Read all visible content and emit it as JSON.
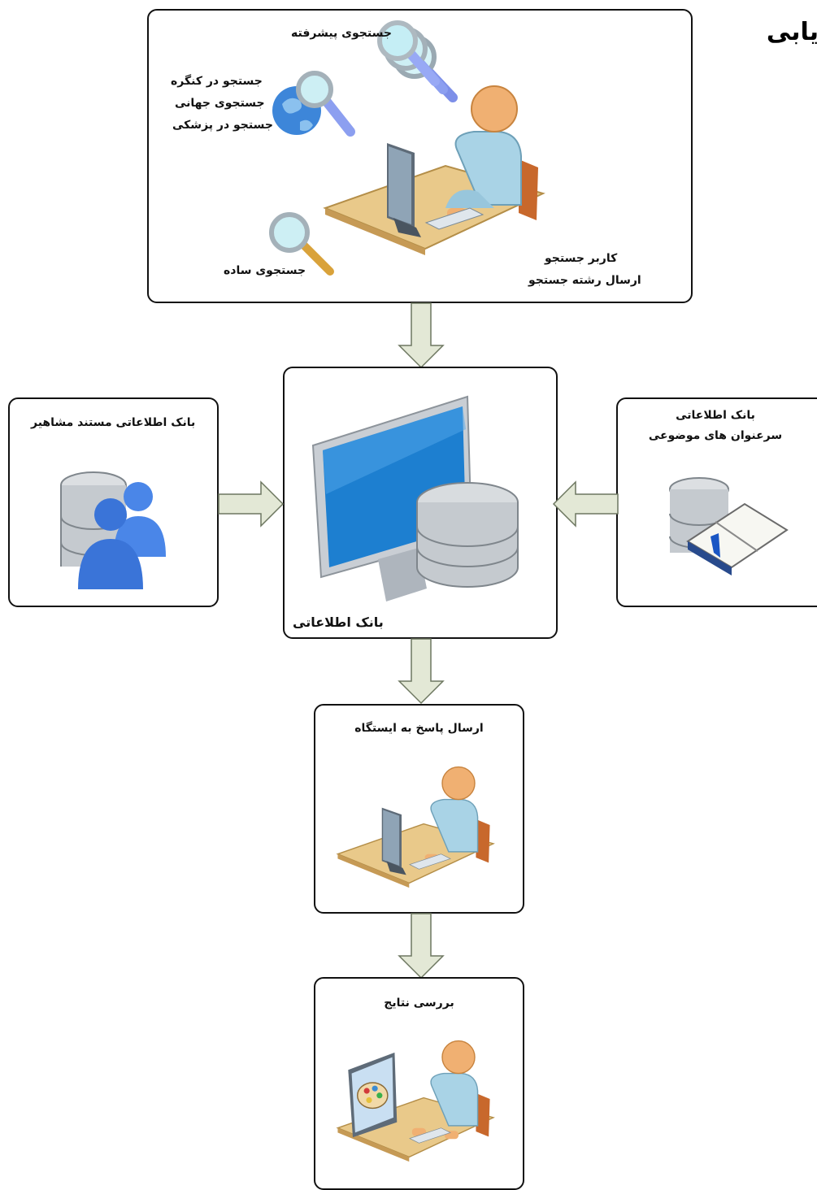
{
  "page_title": "یابی",
  "search_box": {
    "advanced": "جستجوی پیشرفته",
    "congress": "جستجو در کنگره",
    "global": "جستجوی جهانی",
    "medical": "جستجو در پزشکی",
    "simple": "جستجوی ساده",
    "user_line1": "کاربر جستجو",
    "user_line2": "ارسال رشته جستجو"
  },
  "database_box": {
    "label": "بانک اطلاعاتی"
  },
  "left_box": {
    "label": "بانک اطلاعاتی مستند مشاهیر"
  },
  "right_box": {
    "line1": "بانک اطلاعاتی",
    "line2": "سرعنوان های موضوعی"
  },
  "response_box": {
    "label": "ارسال پاسخ به ایستگاه"
  },
  "results_box": {
    "label": "بررسی نتایج"
  },
  "colors": {
    "arrow_fill": "#e3e8d6",
    "arrow_stroke": "#6d7760",
    "box_border": "#111111"
  }
}
